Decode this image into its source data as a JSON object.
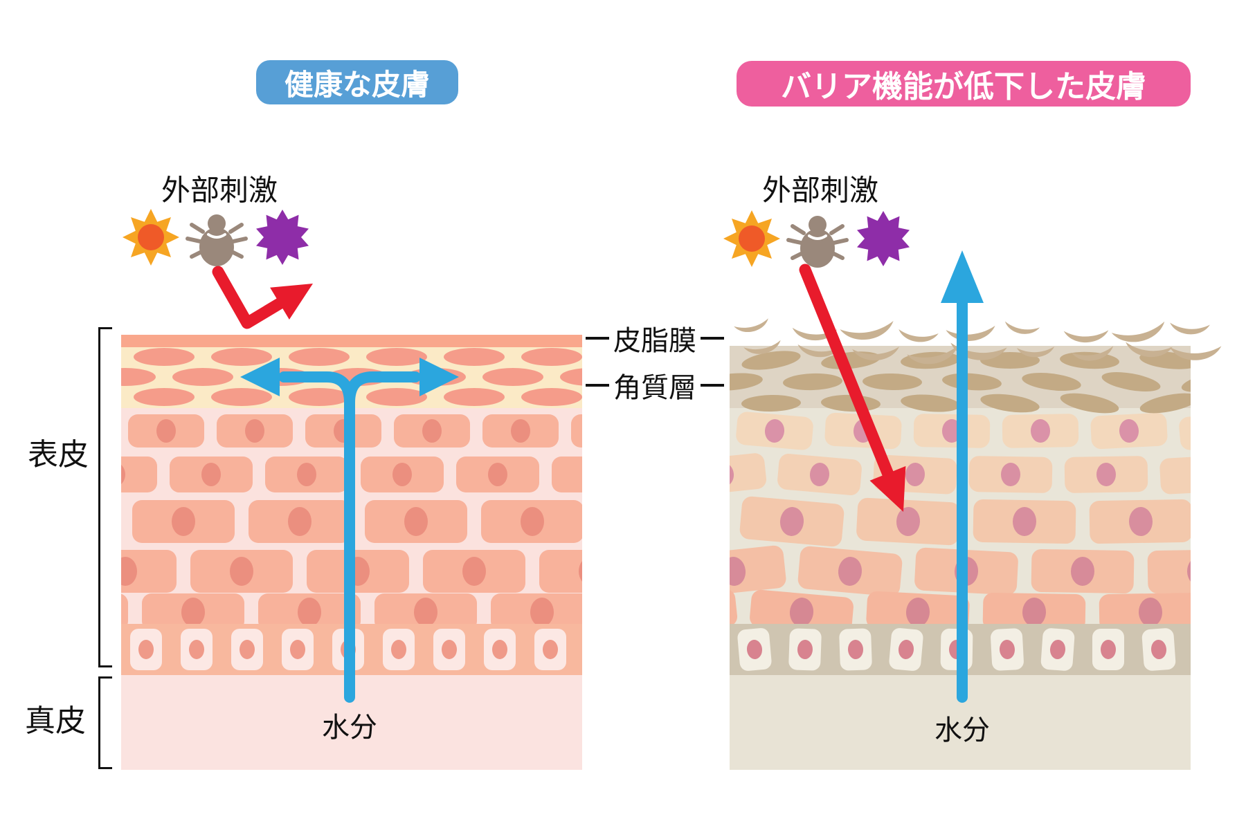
{
  "left_panel": {
    "title": "健康な皮膚",
    "badge_color": "#579FD6",
    "stimuli_label": "外部刺激",
    "water_label": "水分",
    "icons": [
      "sun-icon",
      "mite-icon",
      "allergen-icon"
    ],
    "palette": {
      "sebum_film": "#F9A78C",
      "corneum_bg": "#FBEAC6",
      "corneum_cell": "#F59C8A",
      "epidermis_bg": "#FBE2DE",
      "cell_fill": "#F8B29B",
      "cell_nucleus": "#EB8F7F",
      "basal_bg": "#F8B89E",
      "basal_cell": "#FCE8E4",
      "basal_nucleus": "#EF9A89",
      "dermis": "#FBE3E0"
    }
  },
  "right_panel": {
    "title": "バリア機能が低下した皮膚",
    "badge_color": "#EE5F9E",
    "stimuli_label": "外部刺激",
    "water_label": "水分",
    "icons": [
      "sun-icon",
      "mite-icon",
      "allergen-icon"
    ],
    "palette": {
      "flake": "#C8B192",
      "corneum_bg": "#DED4C4",
      "corneum_cell": "#C3AA85",
      "epidermis_bg": "#E9E5D8",
      "cell_fills": [
        "#F3D8BC",
        "#F3D1B5",
        "#F3C8AC",
        "#F4BFA5",
        "#F5B69D"
      ],
      "cell_nuclei": [
        "#DA92A8",
        "#D990A3",
        "#D88E9E",
        "#D78B99",
        "#D68893"
      ],
      "basal_bg": "#CFC5B1",
      "basal_cell": "#F3EFE4",
      "basal_nucleus": "#D8838F",
      "dermis": "#E8E3D5"
    }
  },
  "layer_labels": {
    "sebum": "皮脂膜",
    "corneum": "角質層",
    "epidermis": "表皮",
    "dermis": "真皮"
  },
  "colors": {
    "text": "#111111",
    "red_arrow": "#E81B2C",
    "blue_arrow": "#2BA6DE",
    "sun_outer": "#F6A523",
    "sun_inner": "#EF5A28",
    "mite": "#9A887B",
    "allergen": "#8E2DA8",
    "connector_line": "#111111"
  }
}
